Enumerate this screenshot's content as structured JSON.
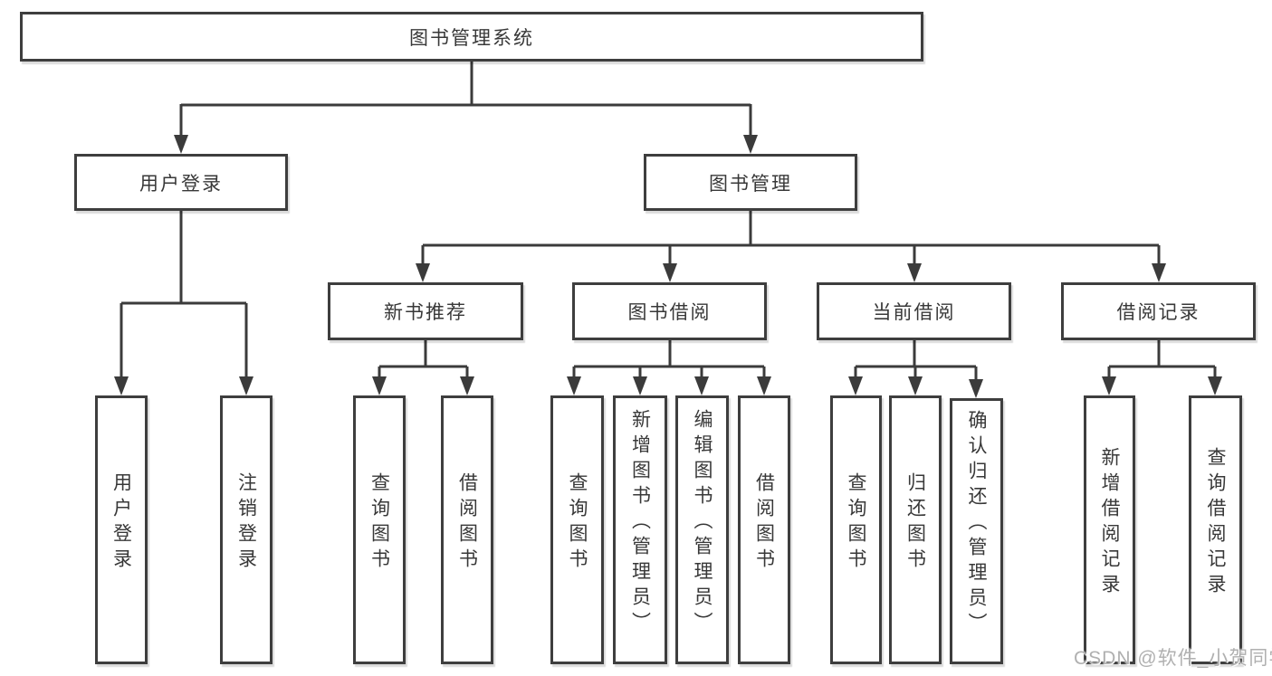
{
  "diagram": {
    "root": {
      "label": "图书管理系统"
    },
    "branches": [
      {
        "label": "用户登录",
        "children": [
          {
            "label": "用户登录"
          },
          {
            "label": "注销登录"
          }
        ]
      },
      {
        "label": "图书管理",
        "children": [
          {
            "label": "新书推荐",
            "children": [
              {
                "label": "查询图书"
              },
              {
                "label": "借阅图书"
              }
            ]
          },
          {
            "label": "图书借阅",
            "children": [
              {
                "label": "查询图书"
              },
              {
                "label": "新增图书（管理员）"
              },
              {
                "label": "编辑图书（管理员）"
              },
              {
                "label": "借阅图书"
              }
            ]
          },
          {
            "label": "当前借阅",
            "children": [
              {
                "label": "查询图书"
              },
              {
                "label": "归还图书"
              },
              {
                "label": "确认归还（管理员）"
              }
            ]
          },
          {
            "label": "借阅记录",
            "children": [
              {
                "label": "新增借阅记录"
              },
              {
                "label": "查询借阅记录"
              }
            ]
          }
        ]
      }
    ]
  },
  "watermark": {
    "text": "CSDN @软件_小贺同学"
  },
  "colors": {
    "line": "#3b3b3b",
    "box_border": "#3e3e3e",
    "text": "#383838",
    "background": "#ffffff",
    "watermark": "#b0b0b0"
  }
}
